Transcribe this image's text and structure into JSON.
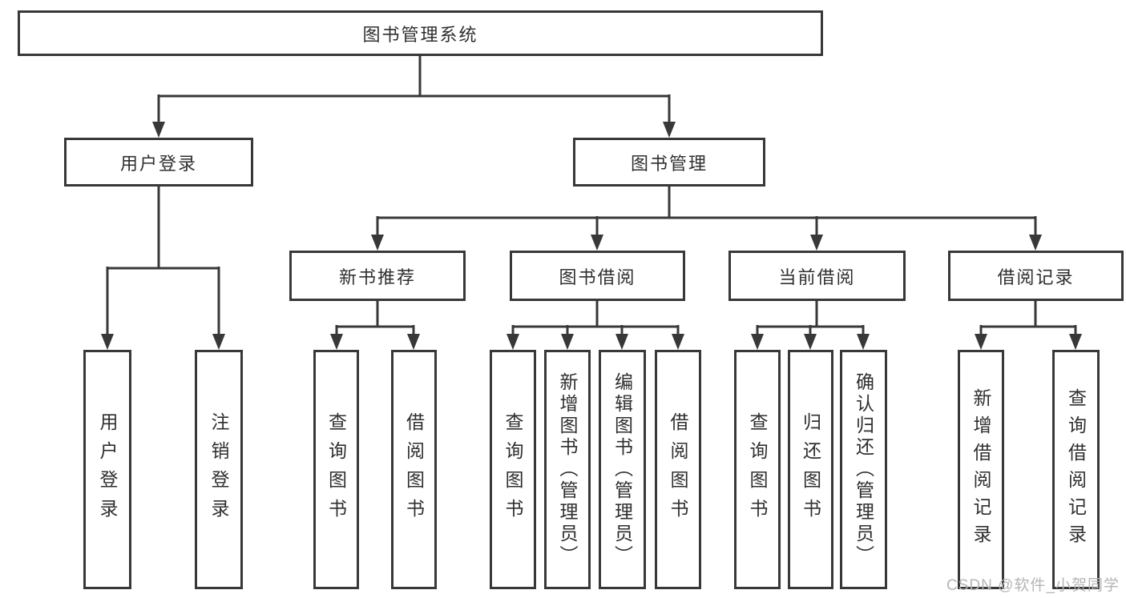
{
  "diagram": {
    "root": "图书管理系统",
    "level2": {
      "user_login": "用户登录",
      "book_mgmt": "图书管理"
    },
    "level3": {
      "new_book": "新书推荐",
      "book_borrow": "图书借阅",
      "current_borrow": "当前借阅",
      "borrow_record": "借阅记录"
    },
    "leaves": {
      "user_login": [
        "用户登录",
        "注销登录"
      ],
      "new_book": [
        "查询图书",
        "借阅图书"
      ],
      "book_borrow": [
        "查询图书",
        "新增图书（管理员）",
        "编辑图书（管理员）",
        "借阅图书"
      ],
      "current_borrow": [
        "查询图书",
        "归还图书",
        "确认归还（管理员）"
      ],
      "borrow_record": [
        "新增借阅记录",
        "查询借阅记录"
      ]
    }
  },
  "watermark": "CSDN @软件_小贺同学",
  "colors": {
    "line": "#383838",
    "text": "#2f2f2f",
    "watermark": "#b5b5b5",
    "background": "#ffffff"
  }
}
